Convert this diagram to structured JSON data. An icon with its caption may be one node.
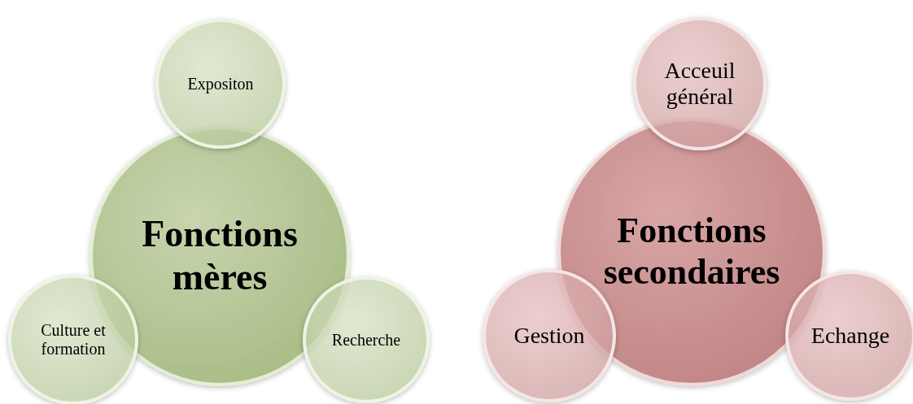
{
  "diagram": {
    "nodes": [
      {
        "text": [
          "Fonctions mères"
        ]
      },
      {
        "text": [
          "Expositon"
        ]
      },
      {
        "text": [
          "Culture et formation"
        ]
      },
      {
        "text": [
          "Recherche"
        ]
      },
      {
        "text": [
          "Fonctions secondaires"
        ]
      },
      {
        "text": [
          "Acceuil général"
        ]
      },
      {
        "text": [
          "Gestion"
        ]
      },
      {
        "text": [
          "Echange"
        ]
      }
    ],
    "edges": []
  }
}
